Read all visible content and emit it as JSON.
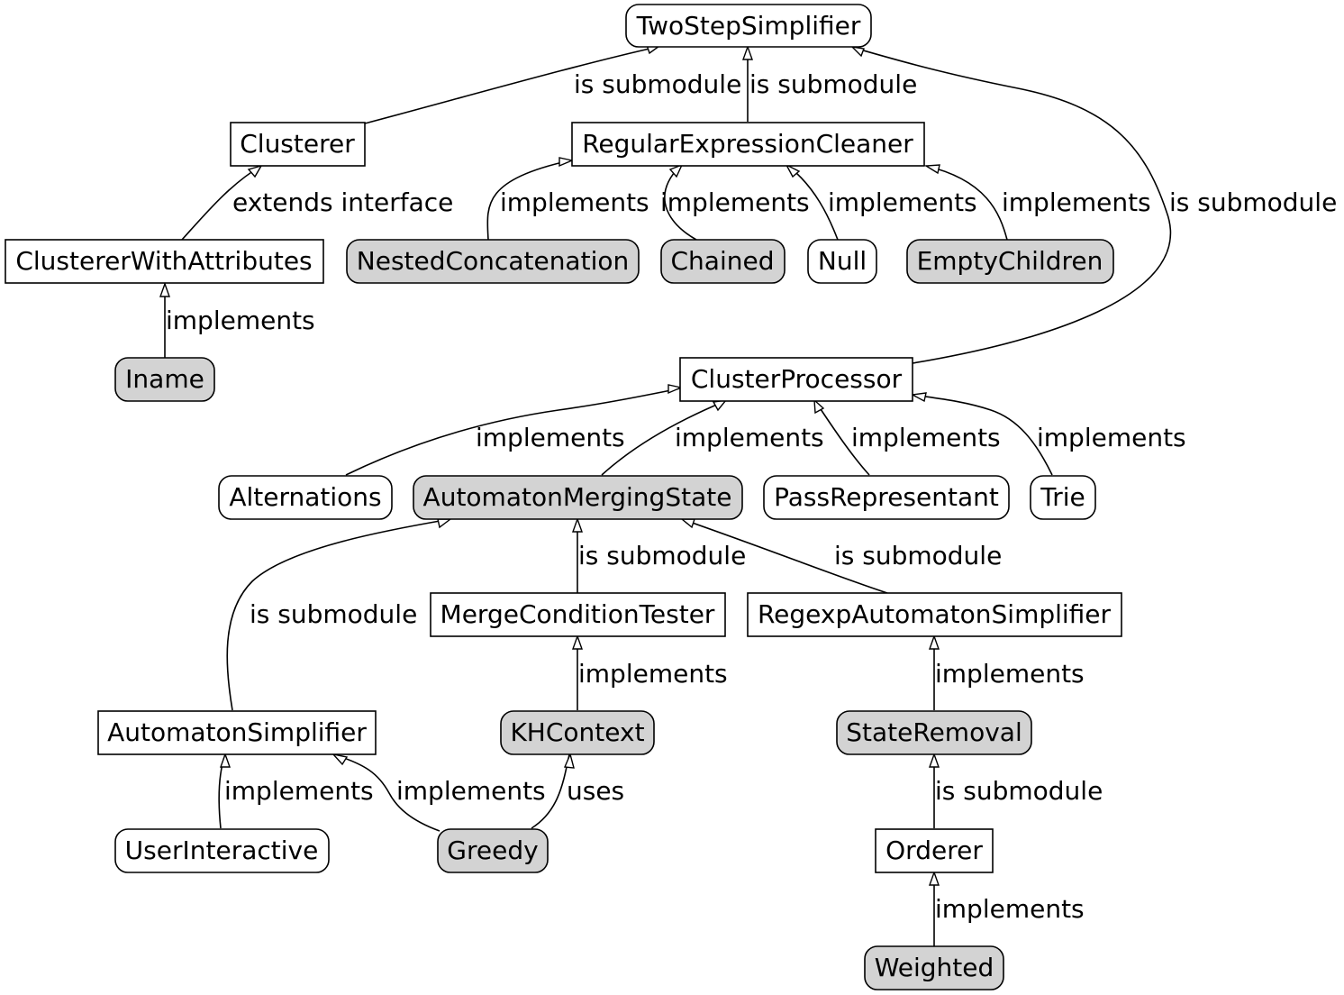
{
  "diagram": {
    "style": {
      "box_fill": "#ffffff",
      "rounded_fill": "#ffffff",
      "shaded_fill": "#d3d3d3",
      "stroke": "#000000"
    },
    "nodes": {
      "twostep": "TwoStepSimplifier",
      "clusterer": "Clusterer",
      "regex_cleaner": "RegularExpressionCleaner",
      "clusterer_attrs": "ClustererWithAttributes",
      "nested": "NestedConcatenation",
      "chained": "Chained",
      "null": "Null",
      "empty_children": "EmptyChildren",
      "iname": "Iname",
      "cluster_processor": "ClusterProcessor",
      "alternations": "Alternations",
      "automaton_merging": "AutomatonMergingState",
      "pass_rep": "PassRepresentant",
      "trie": "Trie",
      "merge_tester": "MergeConditionTester",
      "regexp_auto": "RegexpAutomatonSimplifier",
      "automaton_simplifier": "AutomatonSimplifier",
      "khcontext": "KHContext",
      "state_removal": "StateRemoval",
      "user_interactive": "UserInteractive",
      "greedy": "Greedy",
      "orderer": "Orderer",
      "weighted": "Weighted"
    },
    "edges": {
      "clusterer_twostep": "is submodule",
      "regex_twostep": "is submodule",
      "processor_twostep": "is submodule",
      "attrs_clusterer": "extends interface",
      "nested_regex": "implements",
      "chained_regex": "implements",
      "null_regex": "implements",
      "empty_regex": "implements",
      "iname_attrs": "implements",
      "alternations_processor": "implements",
      "merging_processor": "implements",
      "passrep_processor": "implements",
      "trie_processor": "implements",
      "autosimp_merging": "is submodule",
      "tester_merging": "is submodule",
      "regexpauto_merging": "is submodule",
      "khcontext_tester": "implements",
      "stateremoval_regexpauto": "implements",
      "user_autosimp": "implements",
      "greedy_autosimp": "implements",
      "greedy_khcontext": "uses",
      "orderer_stateremoval": "is submodule",
      "weighted_orderer": "implements"
    }
  }
}
